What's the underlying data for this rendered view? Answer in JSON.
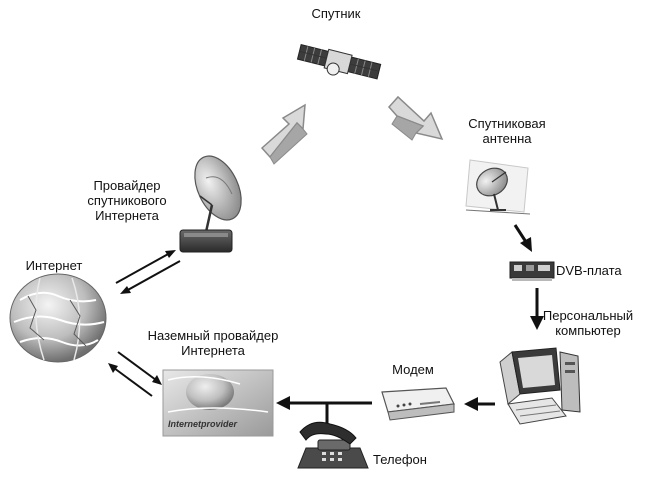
{
  "colors": {
    "ink": "#111111",
    "arrow_fill": "#d9d9d9",
    "arrow_edge": "#8a8a8a",
    "device_dark": "#3a3a3a",
    "device_light": "#e6e6e6"
  },
  "labels": {
    "satellite": "Спутник",
    "satellite_antenna": [
      "Спутниковая",
      "антенна"
    ],
    "provider_satellite": [
      "Провайдер",
      "спутникового",
      "Интернета"
    ],
    "internet": "Интернет",
    "dvb_card": "DVB-плата",
    "personal_computer": [
      "Персональный",
      "компьютер"
    ],
    "ground_provider": [
      "Наземный провайдер",
      "Интернета"
    ],
    "modem": "Модем",
    "telephone": "Телефон",
    "internetprovider_logo": "Internetprovider"
  },
  "icons": {
    "satellite": "satellite-icon",
    "satellite_antenna": "satellite-dish-icon",
    "provider_dish": "uplink-dish-icon",
    "internet": "globe-icon",
    "dvb_card": "expansion-card-icon",
    "computer": "desktop-computer-icon",
    "modem": "modem-icon",
    "telephone": "telephone-icon",
    "ground_provider": "provider-card-icon"
  }
}
